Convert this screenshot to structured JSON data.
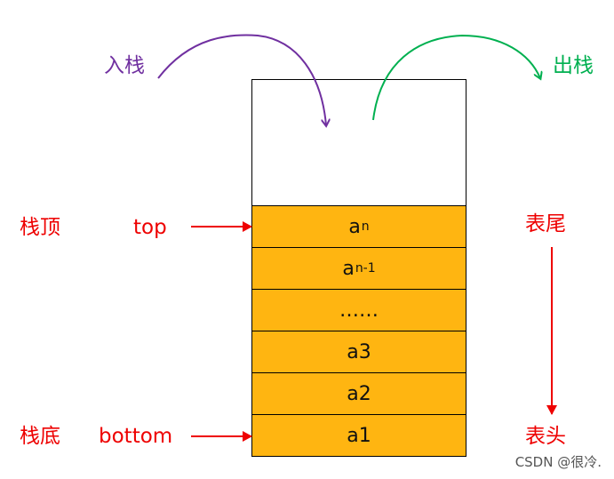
{
  "push_label": "入栈",
  "pop_label": "出栈",
  "stack_top_label": "栈顶",
  "top_pointer": "top",
  "stack_bottom_label": "栈底",
  "bottom_pointer": "bottom",
  "table_tail_label": "表尾",
  "table_head_label": "表头",
  "cells": {
    "c0": {
      "base": "a",
      "sub": "n"
    },
    "c1": {
      "base": "a",
      "sub": "n-1"
    },
    "c2": {
      "text": "……"
    },
    "c3": {
      "text": "a3"
    },
    "c4": {
      "text": "a2"
    },
    "c5": {
      "text": "a1"
    }
  },
  "watermark": "CSDN @很冷.",
  "colors": {
    "cell_fill": "#ffb511",
    "label_red": "#ee0000",
    "push_purple": "#7030a0",
    "pop_green": "#00b050"
  }
}
